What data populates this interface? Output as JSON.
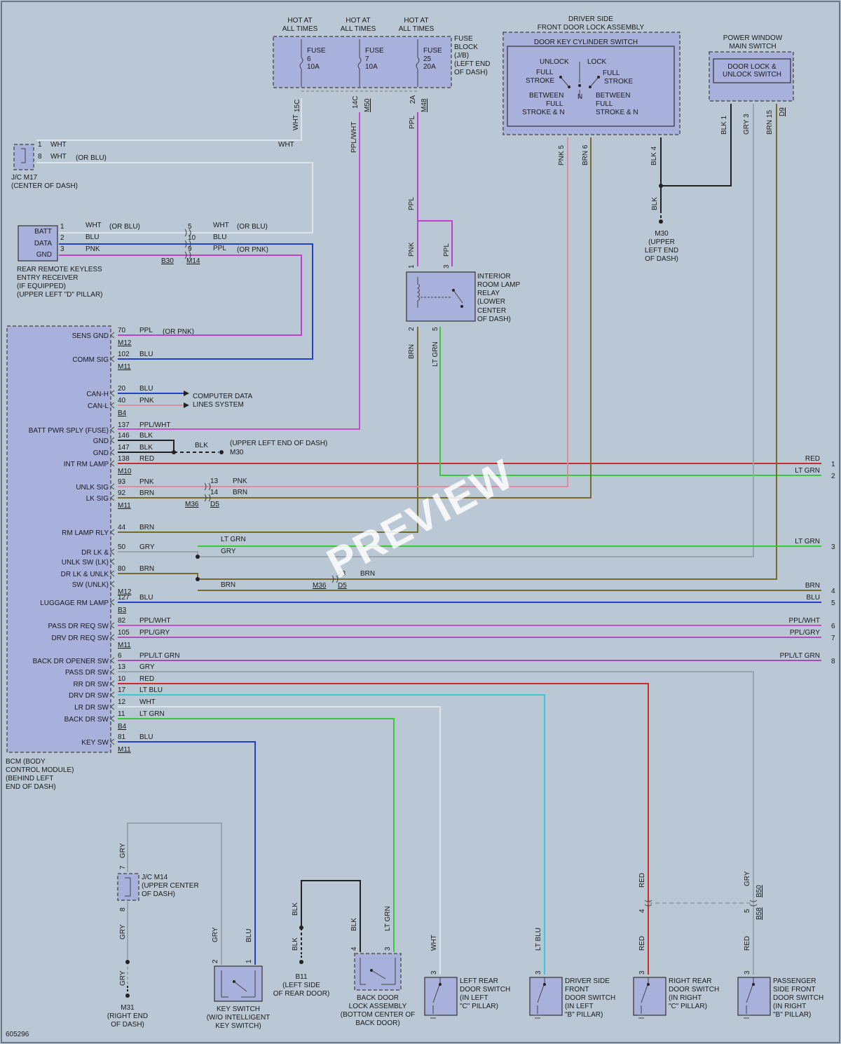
{
  "colors": {
    "background": "#b9c8d4",
    "component": "#a8b0dc",
    "WHT": "#dde3ea",
    "BLU": "#2440c8",
    "PNK": "#e08aa0",
    "PPL": "#c040c8",
    "BRN": "#7a6a2a",
    "BLK": "#222222",
    "RED": "#d22828",
    "LTGRN": "#38c838",
    "GRY": "#9aa4ac",
    "LTBLU": "#38c8d8",
    "PPLWHT": "#c050c8",
    "PPLGRY": "#b050b8",
    "PPLLTGRN": "#a050a8"
  },
  "fuses": {
    "hot1": [
      "HOT AT",
      "ALL TIMES"
    ],
    "hot2": [
      "HOT AT",
      "ALL TIMES"
    ],
    "hot3": [
      "HOT AT",
      "ALL TIMES"
    ],
    "f1": [
      "FUSE",
      "6",
      "10A"
    ],
    "f2": [
      "FUSE",
      "7",
      "10A"
    ],
    "f3": [
      "FUSE",
      "25",
      "20A"
    ],
    "block": [
      "FUSE",
      "BLOCK",
      "(J/B)",
      "(LEFT END",
      "OF DASH)"
    ],
    "pin1": "15C",
    "pin2": "14C",
    "conn2": "M50",
    "pin3": "2A",
    "conn3": "M48",
    "w1": "WHT",
    "w2": "PPL/WHT",
    "w3": "PPL",
    "wht_label": "WHT"
  },
  "doorkey": {
    "title": [
      "DRIVER SIDE",
      "FRONT DOOR LOCK ASSEMBLY"
    ],
    "inner": "DOOR KEY CYLINDER SWITCH",
    "unlock": "UNLOCK",
    "lock": "LOCK",
    "fs_l": [
      "FULL",
      "STROKE"
    ],
    "fs_r": [
      "FULL",
      "STROKE"
    ],
    "n": "N",
    "btw_l": [
      "BETWEEN",
      "FULL",
      "STROKE & N"
    ],
    "btw_r": [
      "BETWEEN",
      "FULL",
      "STROKE & N"
    ],
    "p5": "PNK 5",
    "p6": "BRN 6",
    "p4": "BLK 4"
  },
  "pwms": {
    "title": [
      "POWER WINDOW",
      "MAIN SWITCH"
    ],
    "inner": [
      "DOOR LOCK &",
      "UNLOCK SWITCH"
    ],
    "p1": "BLK 1",
    "p3": "GRY 3",
    "p15": "BRN 15",
    "conn": "D9"
  },
  "m30": {
    "blk": "BLK",
    "label": [
      "M30",
      "(UPPER",
      "LEFT END",
      "OF DASH)"
    ]
  },
  "jc17": {
    "p1": "1",
    "p8": "8",
    "w1": "WHT",
    "w8": "WHT",
    "or": "(OR BLU)",
    "label": [
      "J/C M17",
      "(CENTER OF DASH)"
    ]
  },
  "rrke": {
    "batt": "BATT",
    "data": "DATA",
    "gnd": "GND",
    "p1": "1",
    "p2": "2",
    "p3": "3",
    "w1": "WHT",
    "or1": "(OR BLU)",
    "w2": "BLU",
    "w3": "PNK",
    "p5": "5",
    "p10": "10",
    "p9": "9",
    "w5": "WHT",
    "or5": "(OR BLU)",
    "w10": "BLU",
    "w9": "PPL",
    "or9": "(OR PNK)",
    "c1": "B30",
    "c2": "M14",
    "label": [
      "REAR REMOTE KEYLESS",
      "ENTRY RECEIVER",
      "(IF EQUIPPED)",
      "(UPPER LEFT \"D\" PILLAR)"
    ]
  },
  "relay": {
    "label": [
      "INTERIOR",
      "ROOM LAMP",
      "RELAY",
      "(LOWER",
      "CENTER",
      "OF DASH)"
    ],
    "p1": "1",
    "p3": "3",
    "p2": "2",
    "p5": "5",
    "w1": "PNK",
    "w3": "PPL",
    "w2": "BRN",
    "w5": "LT GRN",
    "ppl_top": "PPL"
  },
  "bcm": {
    "label": [
      "BCM (BODY",
      "CONTROL MODULE)",
      "(BEHIND LEFT",
      "END OF DASH)"
    ],
    "pins": [
      {
        "name": "SENS GND",
        "pin": "70",
        "wire": "PPL",
        "extra": "(OR PNK)",
        "conn": "M12"
      },
      {
        "name": "COMM SIG",
        "pin": "102",
        "wire": "BLU",
        "conn": "M11"
      },
      {
        "name": "CAN-H",
        "pin": "20",
        "wire": "BLU"
      },
      {
        "name": "CAN-L",
        "pin": "40",
        "wire": "PNK",
        "conn": "B4"
      },
      {
        "name": "BATT PWR SPLY (FUSE)",
        "pin": "137",
        "wire": "PPL/WHT"
      },
      {
        "name": "GND",
        "pin": "146",
        "wire": "BLK"
      },
      {
        "name": "GND",
        "pin": "147",
        "wire": "BLK"
      },
      {
        "name": "INT RM LAMP",
        "pin": "138",
        "wire": "RED",
        "conn": "M10"
      },
      {
        "name": "UNLK SIG",
        "pin": "93",
        "wire": "PNK"
      },
      {
        "name": "LK SIG",
        "pin": "92",
        "wire": "BRN",
        "conn": "M11"
      },
      {
        "name": "RM LAMP RLY",
        "pin": "44",
        "wire": "BRN"
      },
      {
        "name": "DR LK &",
        "pin": "50",
        "wire": "GRY"
      },
      {
        "name": "UNLK SW (LK)",
        "pin": "",
        "wire": ""
      },
      {
        "name": "DR LK & UNLK",
        "pin": "80",
        "wire": "BRN"
      },
      {
        "name": "SW (UNLK)",
        "pin": "",
        "wire": "",
        "conn": "M12"
      },
      {
        "name": "LUGGAGE RM LAMP",
        "pin": "127",
        "wire": "BLU",
        "conn": "B3"
      },
      {
        "name": "PASS DR REQ SW",
        "pin": "82",
        "wire": "PPL/WHT"
      },
      {
        "name": "DRV DR REQ SW",
        "pin": "105",
        "wire": "PPL/GRY",
        "conn": "M11"
      },
      {
        "name": "BACK DR OPENER SW",
        "pin": "6",
        "wire": "PPL/LT GRN"
      },
      {
        "name": "PASS DR SW",
        "pin": "13",
        "wire": "GRY"
      },
      {
        "name": "RR DR SW",
        "pin": "10",
        "wire": "RED"
      },
      {
        "name": "DRV DR SW",
        "pin": "17",
        "wire": "LT BLU"
      },
      {
        "name": "LR DR SW",
        "pin": "12",
        "wire": "WHT"
      },
      {
        "name": "BACK DR SW",
        "pin": "11",
        "wire": "LT GRN",
        "conn": "B4"
      },
      {
        "name": "KEY SW",
        "pin": "81",
        "wire": "BLU",
        "conn": "M11"
      }
    ]
  },
  "misc": {
    "cdl": [
      "COMPUTER DATA",
      "LINES SYSTEM"
    ],
    "gnd_blk": "BLK",
    "gnd_lbl": "(UPPER LEFT END OF DASH)",
    "gnd_m30": "M30",
    "c13": "13",
    "c14": "14",
    "w13": "PNK",
    "w14": "BRN",
    "cm36": "M36",
    "cd5": "D5",
    "ltgrn_mid": "LT GRN",
    "gry_mid": "GRY",
    "brn_mid": "BRN",
    "c23": "23",
    "w23": "BRN",
    "cm36b": "M36",
    "cd5b": "D5"
  },
  "right": [
    {
      "num": "1",
      "wire": "RED"
    },
    {
      "num": "2",
      "wire": "LT GRN"
    },
    {
      "num": "3",
      "wire": "LT GRN"
    },
    {
      "num": "4",
      "wire": "BRN"
    },
    {
      "num": "5",
      "wire": "BLU"
    },
    {
      "num": "6",
      "wire": "PPL/WHT"
    },
    {
      "num": "7",
      "wire": "PPL/GRY"
    },
    {
      "num": "8",
      "wire": "PPL/LT GRN"
    }
  ],
  "bottom": {
    "jc14": {
      "label": [
        "J/C M14",
        "(UPPER CENTER",
        "OF DASH)"
      ],
      "p7": "7",
      "p8": "8",
      "w_top": "GRY",
      "w_bot": "GRY",
      "w_gnd": "GRY"
    },
    "m31": [
      "M31",
      "(RIGHT END",
      "OF DASH)"
    ],
    "keysw": {
      "label": [
        "KEY SWITCH",
        "(W/O INTELLIGENT",
        "KEY SWITCH)"
      ],
      "p2": "2",
      "p1": "1",
      "w2": "GRY",
      "w1": "BLU"
    },
    "b11": {
      "label": [
        "B11",
        "(LEFT SIDE",
        "OF REAR DOOR)"
      ],
      "w1": "BLK",
      "w2": "BLK"
    },
    "backdoor": {
      "label": [
        "BACK DOOR",
        "LOCK ASSEMBLY",
        "(BOTTOM CENTER OF",
        "BACK DOOR)"
      ],
      "p4": "4",
      "p3": "3",
      "w4": "BLK",
      "w3": "LT GRN"
    },
    "lr": {
      "label": [
        "LEFT REAR",
        "DOOR SWITCH",
        "(IN LEFT",
        "\"C\" PILLAR)"
      ],
      "p": "3",
      "w": "WHT"
    },
    "dsf": {
      "label": [
        "DRIVER SIDE",
        "FRONT",
        "DOOR SWITCH",
        "(IN LEFT",
        "\"B\" PILLAR)"
      ],
      "p": "3",
      "w": "LT BLU"
    },
    "rr": {
      "label": [
        "RIGHT REAR",
        "DOOR SWITCH",
        "(IN RIGHT",
        "\"C\" PILLAR)"
      ],
      "p": "3",
      "w": "RED",
      "p4": "4",
      "w_top": "RED"
    },
    "psf": {
      "label": [
        "PASSENGER",
        "SIDE FRONT",
        "DOOR SWITCH",
        "(IN RIGHT",
        "\"B\" PILLAR)"
      ],
      "p": "3",
      "w": "RED",
      "p5": "5",
      "w_top": "GRY",
      "c1": "B50",
      "c2": "B58"
    }
  },
  "figure_id": "605296",
  "watermark": "PREVIEW"
}
